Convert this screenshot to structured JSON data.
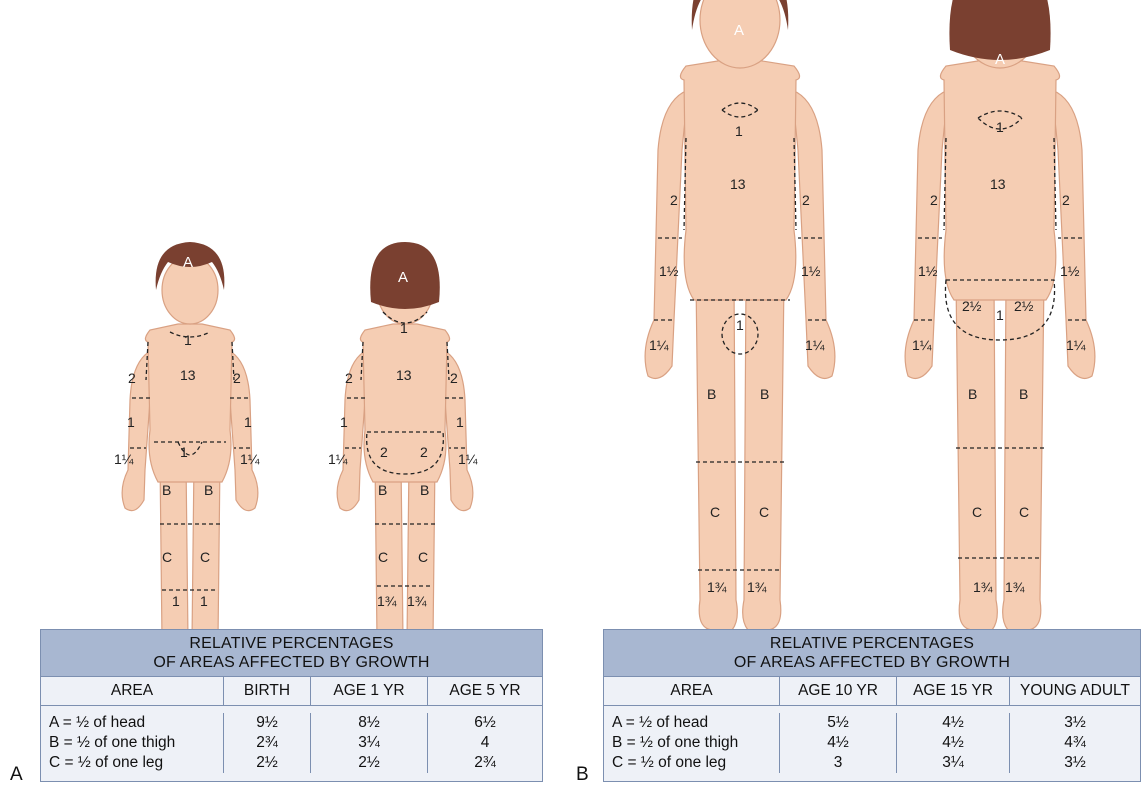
{
  "panels": [
    {
      "letter": "A",
      "table": {
        "title_line1": "RELATIVE PERCENTAGES",
        "title_line2": "OF AREAS AFFECTED BY GROWTH",
        "columns": [
          "AREA",
          "BIRTH",
          "AGE 1 YR",
          "AGE 5 YR"
        ],
        "rows": [
          [
            "A = ½ of head",
            "9½",
            "8½",
            "6½"
          ],
          [
            "B = ½ of one thigh",
            "2¾",
            "3¼",
            "4"
          ],
          [
            "C = ½ of one leg",
            "2½",
            "2½",
            "2¾"
          ]
        ]
      }
    },
    {
      "letter": "B",
      "table": {
        "title_line1": "RELATIVE PERCENTAGES",
        "title_line2": "OF AREAS AFFECTED BY GROWTH",
        "columns": [
          "AREA",
          "AGE 10 YR",
          "AGE 15 YR",
          "YOUNG ADULT"
        ],
        "rows": [
          [
            "A = ½ of head",
            "5½",
            "4½",
            "3½"
          ],
          [
            "B = ½ of one thigh",
            "4½",
            "4½",
            "4¾"
          ],
          [
            "C = ½ of one leg",
            "3",
            "3¼",
            "3½"
          ]
        ]
      }
    }
  ],
  "figure_labels": {
    "head": "A",
    "neck": "1",
    "trunk": "13",
    "upper_arm": "2",
    "small_forearm": "1",
    "small_hand": "1¼",
    "small_genitals": "1",
    "small_buttock": "2",
    "thigh": "B",
    "leg": "C",
    "small_foot_front": "1",
    "foot": "1¾",
    "forearm": "1½",
    "hand": "1¼",
    "large_buttock": "2½"
  }
}
